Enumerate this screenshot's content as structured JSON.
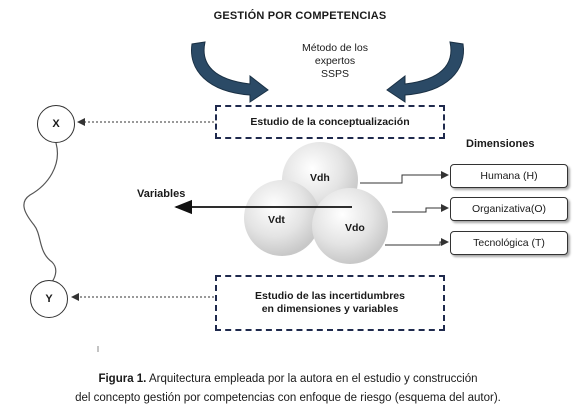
{
  "title": "GESTIÓN POR COMPETENCIAS",
  "method": {
    "line1": "Método de los",
    "line2": "expertos",
    "line3": "SSPS"
  },
  "boxes": {
    "conceptualization": "Estudio de la conceptualización",
    "uncertainties_line1": "Estudio de las incertidumbres",
    "uncertainties_line2": "en dimensiones y variables"
  },
  "dimensions": {
    "title": "Dimensiones",
    "items": [
      "Humana (H)",
      "Organizativa(O)",
      "Tecnológica (T)"
    ]
  },
  "variables_label": "Variables",
  "venn": {
    "vdh": "Vdh",
    "vdt": "Vdt",
    "vdo": "Vdo"
  },
  "circles": {
    "x": "X",
    "y": "Y"
  },
  "caption": {
    "label": "Figura 1.",
    "text1": " Arquitectura empleada por la autora en el estudio y construcción",
    "text2": "del concepto gestión por competencias con enfoque de riesgo (esquema del autor)."
  },
  "colors": {
    "arrow_fill": "#2b4a66",
    "box_border": "#1f2a4d"
  }
}
